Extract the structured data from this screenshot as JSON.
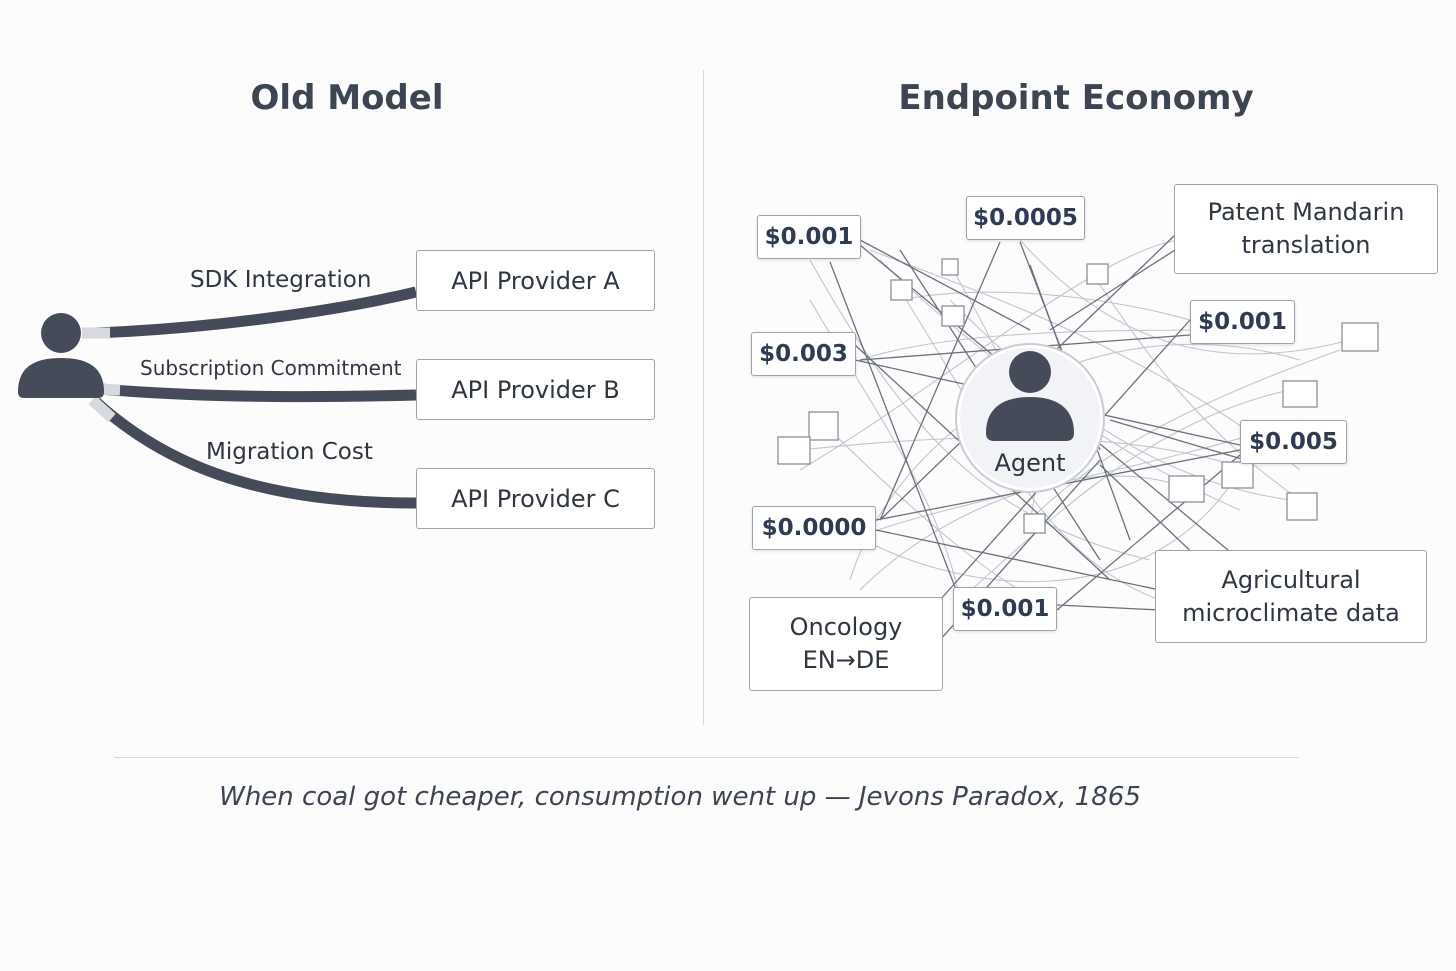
{
  "old_model": {
    "title": "Old Model",
    "connections": [
      {
        "label": "SDK Integration",
        "target": "API Provider A"
      },
      {
        "label": "Subscription Commitment",
        "target": "API Provider B"
      },
      {
        "label": "Migration Cost",
        "target": "API Provider C"
      }
    ]
  },
  "endpoint_economy": {
    "title": "Endpoint Economy",
    "center_label": "Agent",
    "prices": [
      "$0.001",
      "$0.0005",
      "$0.003",
      "$0.001",
      "$0.005",
      "$0.0000",
      "$0.001"
    ],
    "endpoints": [
      {
        "line1": "Patent Mandarin",
        "line2": "translation"
      },
      {
        "line1": "Agricultural",
        "line2": "microclimate data"
      },
      {
        "line1": "Oncology",
        "line2": "EN→DE"
      }
    ]
  },
  "caption": "When coal got cheaper, consumption went up — Jevons Paradox, 1865",
  "colors": {
    "ink": "#3d4452",
    "line": "#454b59",
    "mesh": "#8a909c",
    "box_border": "#9ea4ae"
  }
}
